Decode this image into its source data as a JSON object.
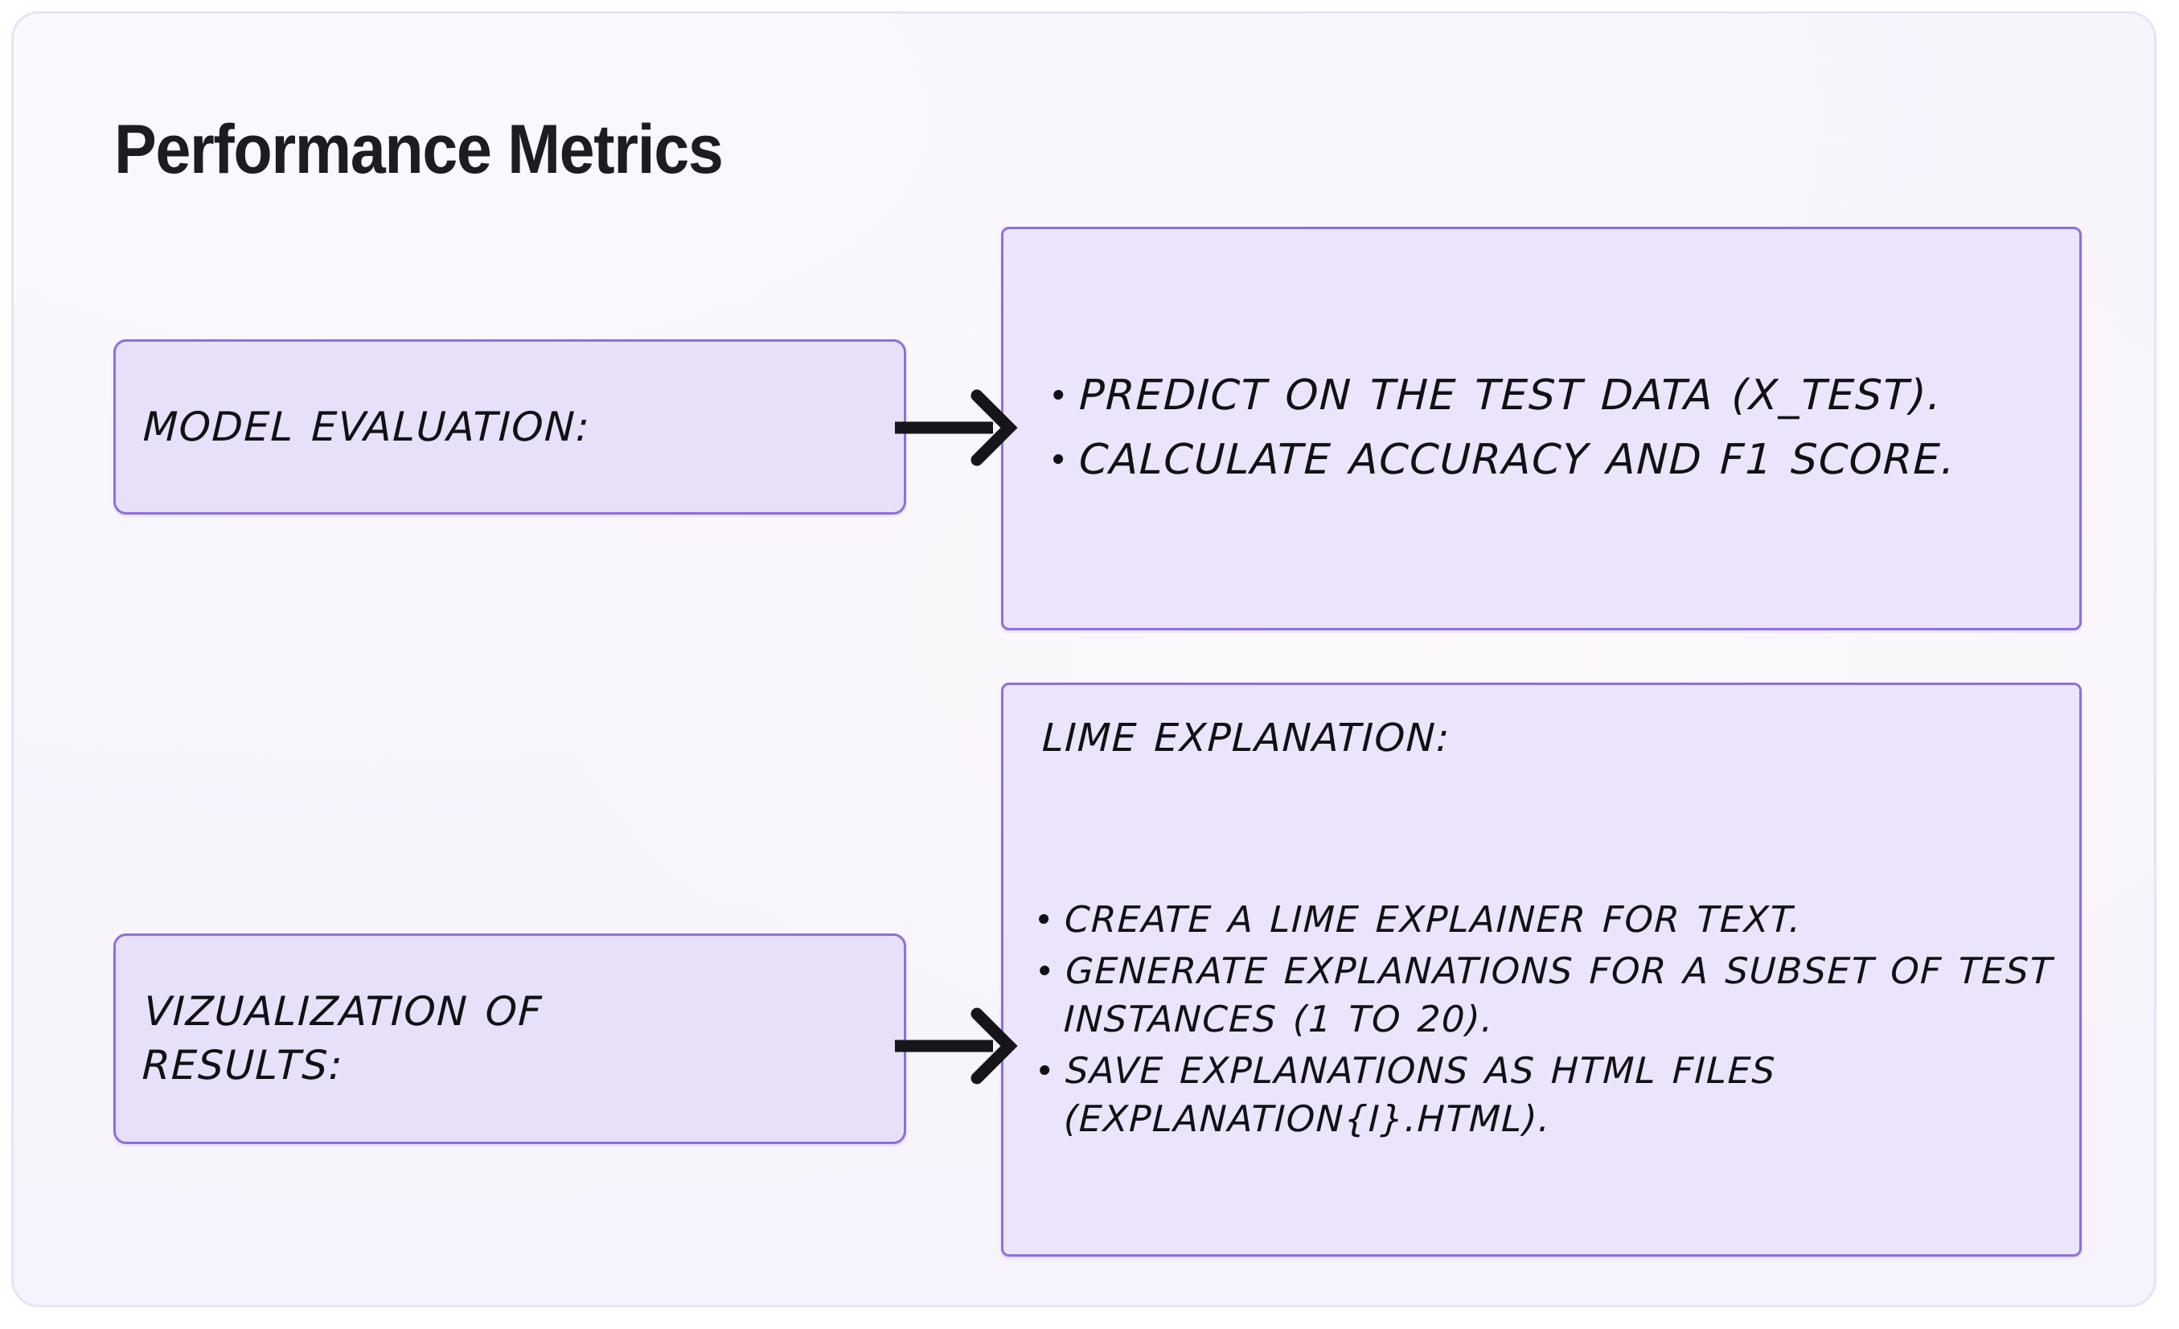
{
  "card": {
    "title": "Performance Metrics",
    "background_color": "#f8f5fd",
    "border_color": "#eae2f5",
    "title_color": "#1c1c21"
  },
  "theme": {
    "node_border_color": "#8e6fdc",
    "node_fill_left": "#e7e0f8",
    "node_fill_right": "#ece4fb",
    "text_color": "#111114",
    "arrow_color": "#15151a"
  },
  "nodes": {
    "model_evaluation": {
      "label": "Model Evaluation:"
    },
    "evaluation_steps": {
      "bullets": [
        "Predict on the test data (X_test).",
        "Calculate accuracy and F1 score."
      ]
    },
    "visualization": {
      "label": "Vizualization of results:"
    },
    "lime": {
      "title": "LIME Explanation:",
      "bullets": [
        "Create a LIME explainer for text.",
        "Generate explanations for a subset of test instances (1 to 20).",
        "Save explanations as HTML files (explanation{i}.html)."
      ]
    }
  },
  "connectors": [
    {
      "name": "arrow-model-evaluation-to-steps",
      "from": "model_evaluation",
      "to": "evaluation_steps",
      "direction": "right"
    },
    {
      "name": "arrow-visualization-to-lime",
      "from": "visualization",
      "to": "lime",
      "direction": "right"
    }
  ]
}
